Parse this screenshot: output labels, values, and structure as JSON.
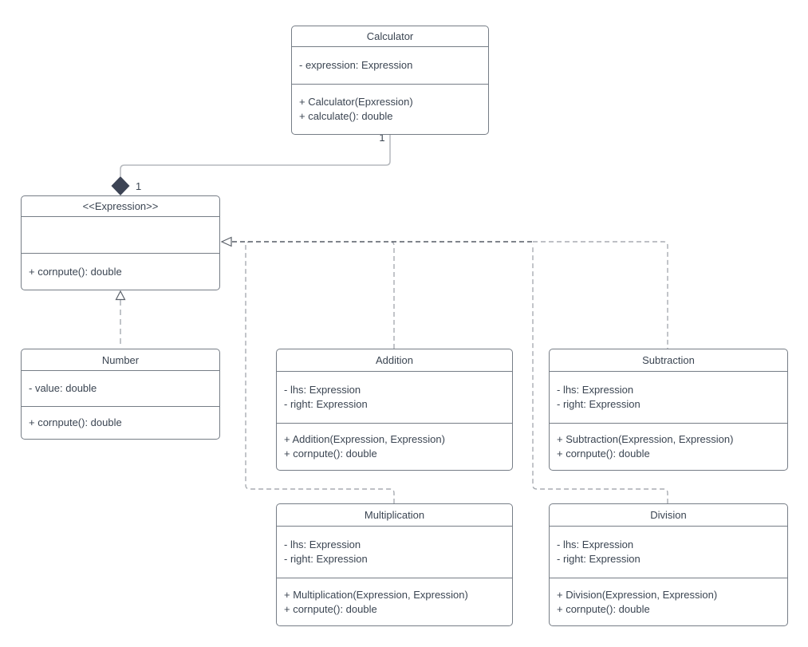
{
  "diagram": {
    "type": "uml-class-diagram",
    "classes": [
      {
        "id": "calculator",
        "title": "Calculator",
        "attributes": [
          "- expression: Expression"
        ],
        "methods": [
          "+ Calculator(Epxression)",
          "+ calculate(): double"
        ]
      },
      {
        "id": "expression",
        "title": "<<Expression>>",
        "attributes": [],
        "methods": [
          "+ cornpute(): double"
        ]
      },
      {
        "id": "number",
        "title": "Number",
        "attributes": [
          "- value: double"
        ],
        "methods": [
          "+ cornpute(): double"
        ]
      },
      {
        "id": "addition",
        "title": "Addition",
        "attributes": [
          "- lhs: Expression",
          "- right: Expression"
        ],
        "methods": [
          "+ Addition(Expression, Expression)",
          "+ cornpute(): double"
        ]
      },
      {
        "id": "subtraction",
        "title": "Subtraction",
        "attributes": [
          "- lhs: Expression",
          "- right: Expression"
        ],
        "methods": [
          "+ Subtraction(Expression, Expression)",
          "+ cornpute(): double"
        ]
      },
      {
        "id": "multiplication",
        "title": "Multiplication",
        "attributes": [
          "- lhs: Expression",
          "- right: Expression"
        ],
        "methods": [
          "+ Multiplication(Expression, Expression)",
          "+ cornpute(): double"
        ]
      },
      {
        "id": "division",
        "title": "Division",
        "attributes": [
          "- lhs: Expression",
          "- right: Expression"
        ],
        "methods": [
          "+ Division(Expression, Expression)",
          "+ cornpute(): double"
        ]
      }
    ],
    "relationships": {
      "composition": {
        "type": "composition",
        "from": "Calculator",
        "to": "Expression",
        "multiplicity_calculator_end": "1",
        "multiplicity_diamond_end": "1",
        "diamond_icon": "filled-diamond"
      },
      "realizations": [
        {
          "type": "realization",
          "from": "Number",
          "to": "Expression",
          "arrow_icon": "hollow-triangle"
        },
        {
          "type": "realization",
          "from": "Addition",
          "to": "Expression",
          "arrow_icon": "hollow-triangle"
        },
        {
          "type": "realization",
          "from": "Subtraction",
          "to": "Expression",
          "arrow_icon": "hollow-triangle"
        },
        {
          "type": "realization",
          "from": "Multiplication",
          "to": "Expression",
          "arrow_icon": "hollow-triangle"
        },
        {
          "type": "realization",
          "from": "Division",
          "to": "Expression",
          "arrow_icon": "hollow-triangle"
        }
      ]
    },
    "colors": {
      "background": "#ffffff",
      "box_border": "#767d86",
      "text": "#3b4552",
      "composition_diamond": "#3d4455",
      "solid_edge": "#b6b9be",
      "dashed_edge_light": "#a8acb2",
      "dashed_edge_dark": "#565c66",
      "arrow_outline": "#5a6069"
    }
  }
}
